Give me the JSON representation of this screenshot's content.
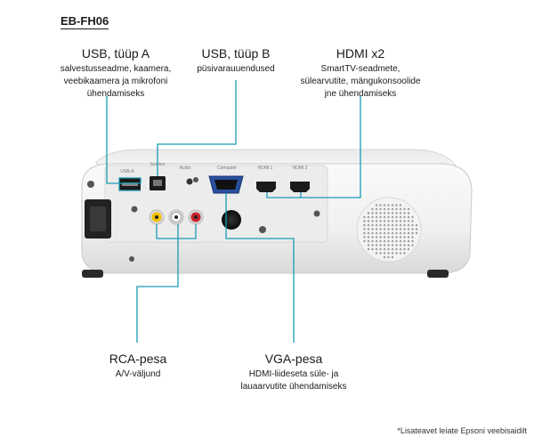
{
  "model": "EB-FH06",
  "callouts": {
    "usb_a": {
      "title": "USB, tüüp A",
      "desc": [
        "salvestusseadme, kaamera,",
        "veebikaamera ja mikrofoni",
        "ühendamiseks"
      ]
    },
    "usb_b": {
      "title": "USB, tüüp B",
      "desc": [
        "püsivarauuendused"
      ]
    },
    "hdmi": {
      "title": "HDMI x2",
      "desc": [
        "SmartTV-seadmete,",
        "sülearvutite, mängukonsoolide",
        "jne ühendamiseks"
      ]
    },
    "rca": {
      "title": "RCA-pesa",
      "desc": [
        "A/V-väljund"
      ]
    },
    "vga": {
      "title": "VGA-pesa",
      "desc": [
        "HDMI-liideseta süle- ja",
        "lauaarvutite ühendamiseks"
      ]
    }
  },
  "port_labels": {
    "usb_a": "USB-A",
    "usb_b": "Service",
    "audio": "Audio",
    "computer": "Computer",
    "hdmi1": "HDMI 1",
    "hdmi2": "HDMI 2"
  },
  "footnote": "*Lisateavet leiate Epsoni veebisaidilt",
  "colors": {
    "connector": "#1a9bb5",
    "body": "#f4f4f4",
    "panel": "#e6e6e6"
  }
}
